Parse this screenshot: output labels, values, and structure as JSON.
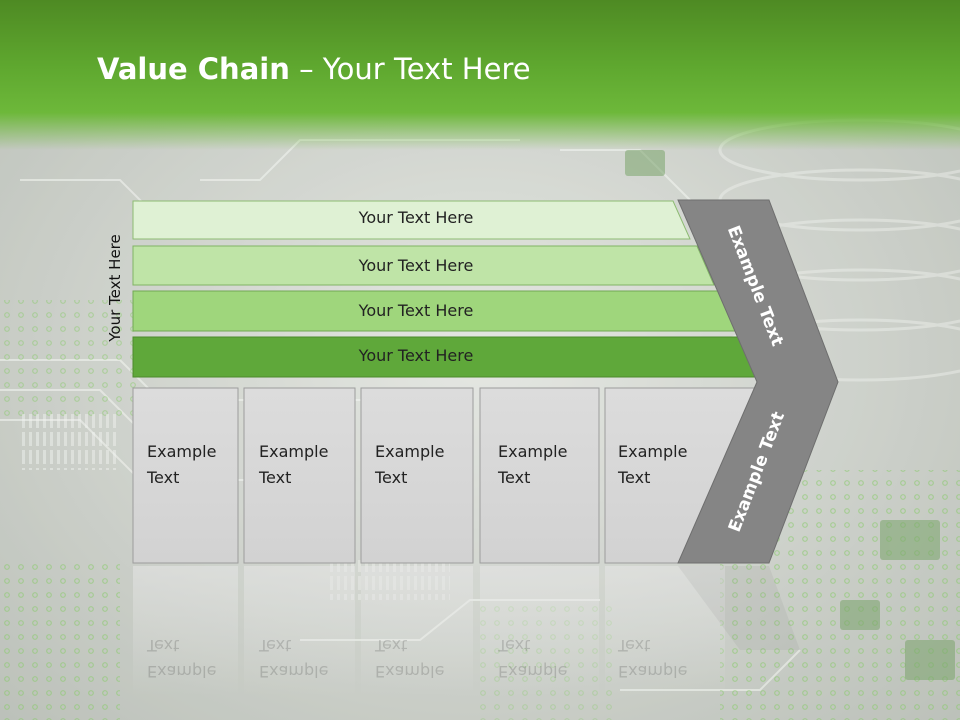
{
  "title": {
    "bold": "Value Chain",
    "rest": " – Your Text Here"
  },
  "side_label": "Your Text Here",
  "bars": [
    {
      "label": "Your Text Here",
      "color": "#dff1d4"
    },
    {
      "label": "Your Text Here",
      "color": "#bfe4a7"
    },
    {
      "label": "Your Text Here",
      "color": "#9fd67c"
    },
    {
      "label": "Your Text Here",
      "color": "#5fa83a"
    }
  ],
  "boxes": [
    {
      "line1": "Example",
      "line2": "Text"
    },
    {
      "line1": "Example",
      "line2": "Text"
    },
    {
      "line1": "Example",
      "line2": "Text"
    },
    {
      "line1": "Example",
      "line2": "Text"
    },
    {
      "line1": "Example",
      "line2": "Text"
    }
  ],
  "arrow": {
    "top_text": "Example Text",
    "bottom_text": "Example Text",
    "color": "#858585"
  }
}
